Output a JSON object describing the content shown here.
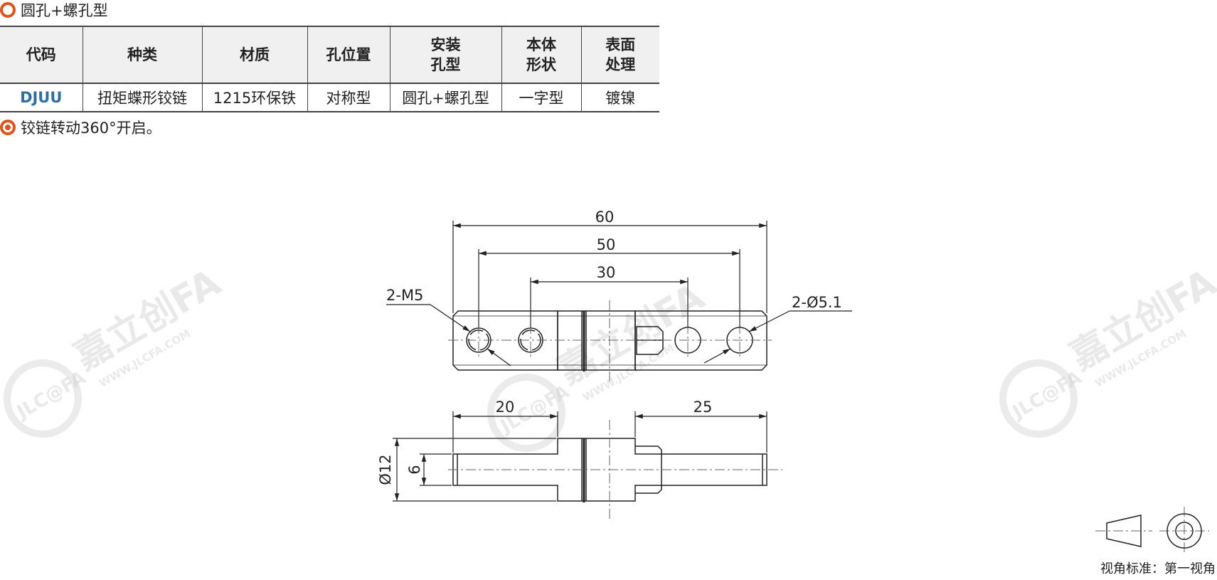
{
  "section": {
    "title": "圆孔+螺孔型"
  },
  "table": {
    "headers": [
      {
        "line1": "代码",
        "line2": ""
      },
      {
        "line1": "种类",
        "line2": ""
      },
      {
        "line1": "材质",
        "line2": ""
      },
      {
        "line1": "孔位置",
        "line2": ""
      },
      {
        "line1": "安装",
        "line2": "孔型"
      },
      {
        "line1": "本体",
        "line2": "形状"
      },
      {
        "line1": "表面",
        "line2": "处理"
      }
    ],
    "row": [
      "DJUU",
      "扭矩蝶形铰链",
      "1215环保铁",
      "对称型",
      "圆孔+螺孔型",
      "一字型",
      "镀镍"
    ]
  },
  "note": "铰链转动360°开启。",
  "drawing": {
    "dims": {
      "overall": "60",
      "hole_span": "50",
      "inner_span": "30",
      "left_len": "20",
      "right_len": "25",
      "dia": "Ø12",
      "thick": "6"
    },
    "callouts": {
      "thread": "2-M5",
      "hole": "2-Ø5.1"
    }
  },
  "watermark": {
    "brand": "嘉立创FA",
    "site": "WWW.JLCFA.COM",
    "logo": "JLC@FA"
  },
  "projection": {
    "label": "视角标准：第一视角"
  },
  "colors": {
    "accent": "#d9541e",
    "code": "#2e6ea3",
    "header_bg": "#f0f0f0"
  }
}
